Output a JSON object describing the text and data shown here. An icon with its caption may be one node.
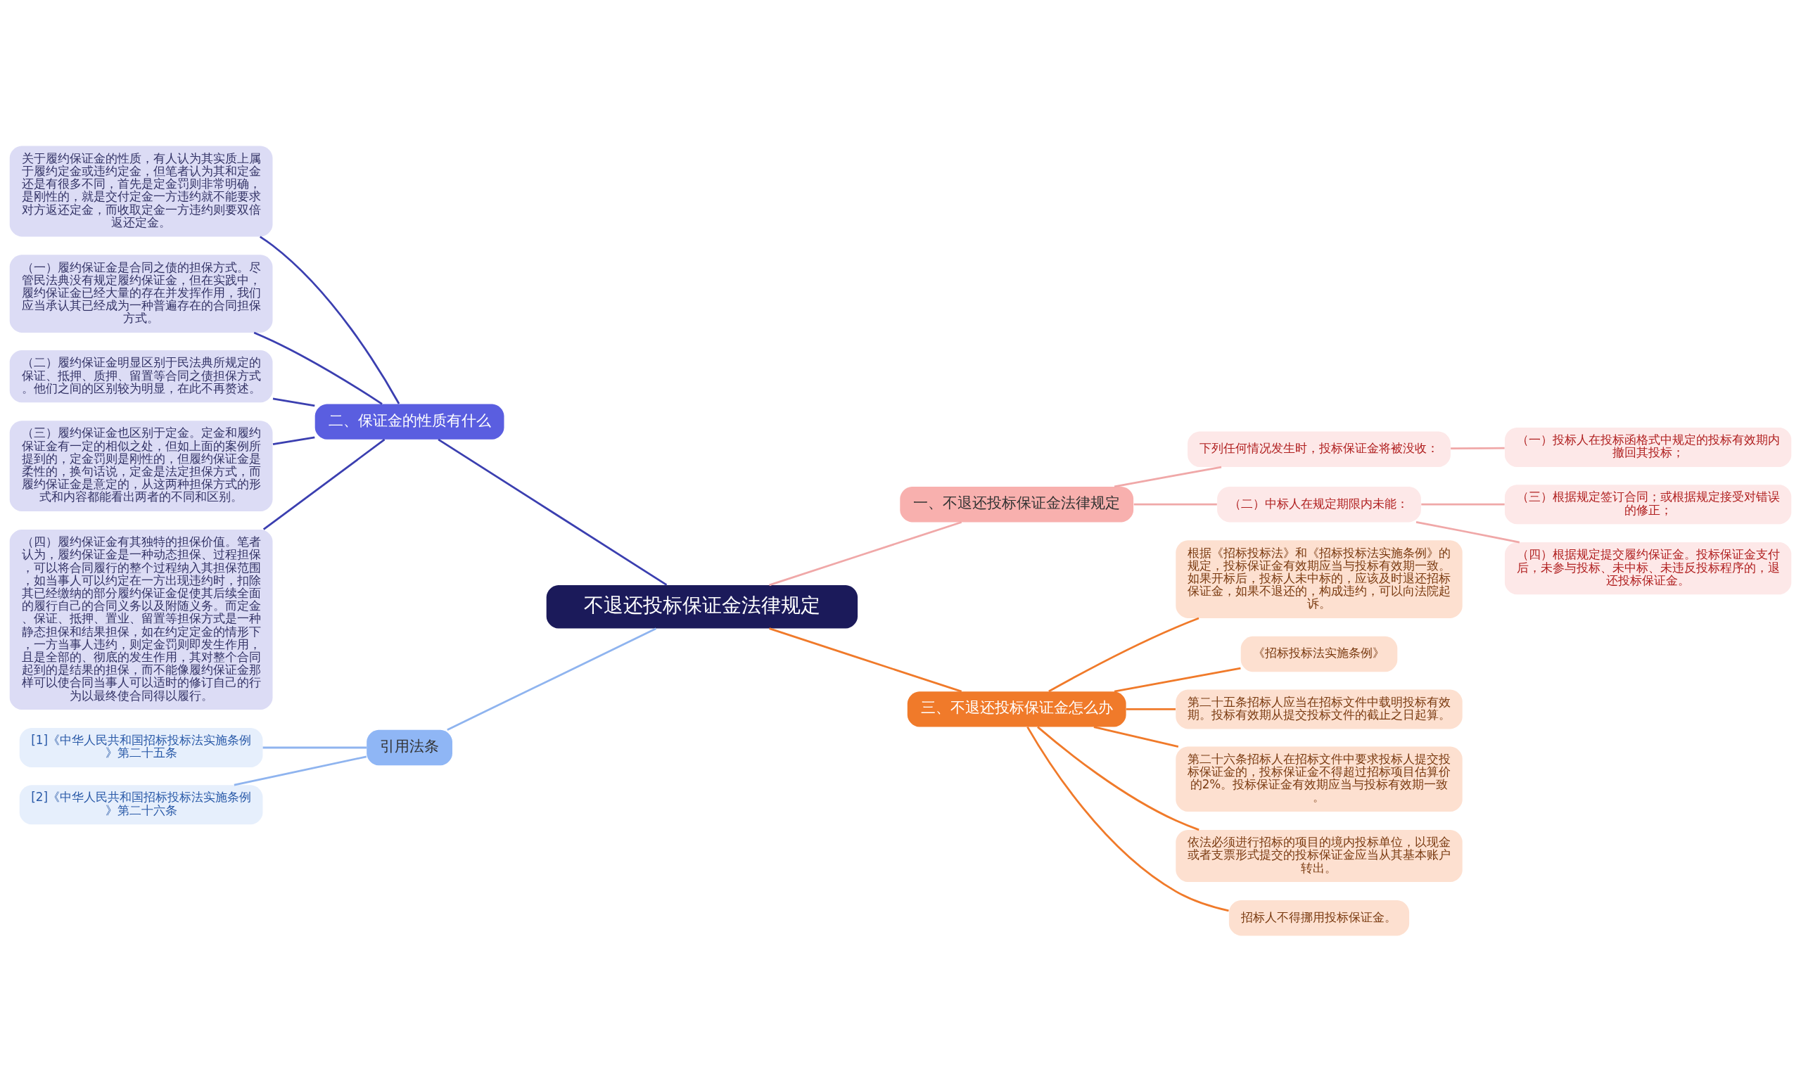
{
  "diagram": {
    "nodes": [
      {
        "text": [
          "不退还投标保证金法律规定"
        ]
      },
      {
        "text": [
          "二、保证金的性质有什么"
        ]
      },
      {
        "text": [
          "关于履约保证金的性质，有人认为其实质上属于履约定金或违约定金，但笔者认为其和定金还是有很多不同，首先是定金罚则非常明确，是刚性的，就是交付定金一方违约就不能要求对方返还定金，而收取定金一方违约则要双倍返还定金。"
        ]
      },
      {
        "text": [
          "（一）履约保证金是合同之债的担保方式。尽管民法典没有规定履约保证金，但在实践中，履约保证金已经大量的存在并发挥作用，我们应当承认其已经成为一种普遍存在的合同担保方式。"
        ]
      },
      {
        "text": [
          "（二）履约保证金明显区别于民法典所规定的保证、抵押、质押、留置等合同之债担保方式。他们之间的区别较为明显，在此不再赘述。"
        ]
      },
      {
        "text": [
          "（三）履约保证金也区别于定金。定金和履约保证金有一定的相似之处，但如上面的案例所提到的，定金罚则是刚性的，但履约保证金是柔性的，换句话说，定金是法定担保方式，而履约保证金是意定的，从这两种担保方式的形式和内容都能看出两者的不同和区别。"
        ]
      },
      {
        "text": [
          "（四）履约保证金有其独特的担保价值。笔者认为，履约保证金是一种动态担保、过程担保，可以将合同履行的整个过程纳入其担保范围，如当事人可以约定在一方出现违约时，扣除其已经缴纳的部分履约保证金促使其后续全面的履行自己的合同义务以及附随义务。而定金、保证、抵押、置业、留置等担保方式是一种静态担保和结果担保，如在约定定金的情形下，一方当事人违约，则定金罚则即发生作用，且是全部的、彻底的发生作用，其对整个合同起到的是结果的担保，而不能像履约保证金那样可以使合同当事人可以适时的修订自己的行为以最终使合同得以履行。"
        ]
      },
      {
        "text": [
          "引用法条"
        ]
      },
      {
        "text": [
          "[1]《中华人民共和国招标投标法实施条例》第二十五条"
        ]
      },
      {
        "text": [
          "[2]《中华人民共和国招标投标法实施条例》第二十六条"
        ]
      },
      {
        "text": [
          "一、不退还投标保证金法律规定"
        ]
      },
      {
        "text": [
          "下列任何情况发生时，投标保证金将被没收："
        ]
      },
      {
        "text": [
          "（一）投标人在投标函格式中规定的投标有效期内撤回其投标；"
        ]
      },
      {
        "text": [
          "（二）中标人在规定期限内未能："
        ]
      },
      {
        "text": [
          "（三）根据规定签订合同；或根据规定接受对错误的修正；"
        ]
      },
      {
        "text": [
          "（四）根据规定提交履约保证金。投标保证金支付后，未参与投标、未中标、未违反投标程序的，退还投标保证金。"
        ]
      },
      {
        "text": [
          "三、不退还投标保证金怎么办"
        ]
      },
      {
        "text": [
          "根据《招标投标法》和《招标投标法实施条例》的规定，投标保证金有效期应当与投标有效期一致。如果开标后，投标人未中标的，应该及时退还招标保证金，如果不退还的，构成违约，可以向法院起诉。"
        ]
      },
      {
        "text": [
          "《招标投标法实施条例》"
        ]
      },
      {
        "text": [
          "第二十五条招标人应当在招标文件中载明投标有效期。投标有效期从提交投标文件的截止之日起算。"
        ]
      },
      {
        "text": [
          "第二十六条招标人在招标文件中要求投标人提交投标保证金的，投标保证金不得超过招标项目估算价的2%。投标保证金有效期应当与投标有效期一致。"
        ]
      },
      {
        "text": [
          "依法必须进行招标的项目的境内投标单位，以现金或者支票形式提交的投标保证金应当从其基本账户转出。"
        ]
      },
      {
        "text": [
          "招标人不得挪用投标保证金。"
        ]
      }
    ],
    "edges": [
      {
        "from": 0,
        "to": 1,
        "arrow": "none",
        "color": "#3b3fb0"
      },
      {
        "from": 1,
        "to": 2,
        "arrow": "none",
        "color": "#3b3fb0"
      },
      {
        "from": 1,
        "to": 3,
        "arrow": "none",
        "color": "#3b3fb0"
      },
      {
        "from": 1,
        "to": 4,
        "arrow": "none",
        "color": "#3b3fb0"
      },
      {
        "from": 1,
        "to": 5,
        "arrow": "none",
        "color": "#3b3fb0"
      },
      {
        "from": 1,
        "to": 6,
        "arrow": "none",
        "color": "#3b3fb0"
      },
      {
        "from": 0,
        "to": 7,
        "arrow": "none",
        "color": "#8fb4ef"
      },
      {
        "from": 7,
        "to": 8,
        "arrow": "none",
        "color": "#8fb4ef"
      },
      {
        "from": 7,
        "to": 9,
        "arrow": "none",
        "color": "#8fb4ef"
      },
      {
        "from": 0,
        "to": 10,
        "arrow": "none",
        "color": "#f0a8a8"
      },
      {
        "from": 10,
        "to": 11,
        "arrow": "none",
        "color": "#f0a8a8"
      },
      {
        "from": 11,
        "to": 12,
        "arrow": "none",
        "color": "#f0a8a8"
      },
      {
        "from": 10,
        "to": 13,
        "arrow": "none",
        "color": "#f0a8a8"
      },
      {
        "from": 13,
        "to": 14,
        "arrow": "none",
        "color": "#f0a8a8"
      },
      {
        "from": 13,
        "to": 15,
        "arrow": "none",
        "color": "#f0a8a8"
      },
      {
        "from": 0,
        "to": 16,
        "arrow": "none",
        "color": "#f07a2a"
      },
      {
        "from": 16,
        "to": 17,
        "arrow": "none",
        "color": "#f07a2a"
      },
      {
        "from": 16,
        "to": 18,
        "arrow": "none",
        "color": "#f07a2a"
      },
      {
        "from": 16,
        "to": 19,
        "arrow": "none",
        "color": "#f07a2a"
      },
      {
        "from": 16,
        "to": 20,
        "arrow": "none",
        "color": "#f07a2a"
      },
      {
        "from": 16,
        "to": 21,
        "arrow": "none",
        "color": "#f07a2a"
      },
      {
        "from": 16,
        "to": 22,
        "arrow": "none",
        "color": "#f07a2a"
      }
    ]
  }
}
